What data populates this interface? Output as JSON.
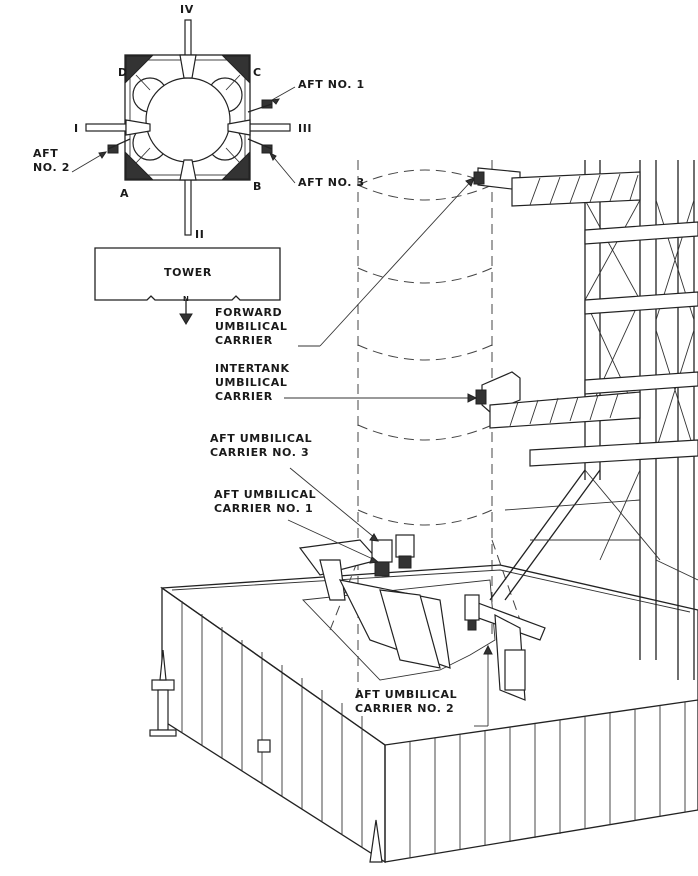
{
  "plan_view": {
    "arms": {
      "top": "IV",
      "bottom": "II",
      "left": "I",
      "right": "III"
    },
    "corners": {
      "top_left": "D",
      "top_right": "C",
      "bottom_left": "A",
      "bottom_right": "B"
    },
    "callouts": {
      "aft_1": "AFT NO. 1",
      "aft_2": "AFT\nNO. 2",
      "aft_3": "AFT NO. 3"
    },
    "tower_label": "TOWER",
    "north_label": "N"
  },
  "callouts": {
    "forward": "FORWARD\nUMBILICAL\nCARRIER",
    "intertank": "INTERTANK\nUMBILICAL\nCARRIER",
    "aft_3": "AFT UMBILICAL\nCARRIER NO. 3",
    "aft_1": "AFT UMBILICAL\nCARRIER NO. 1",
    "aft_2": "AFT UMBILICAL\nCARRIER NO. 2"
  },
  "icons": [
    "north-arrow-icon"
  ]
}
